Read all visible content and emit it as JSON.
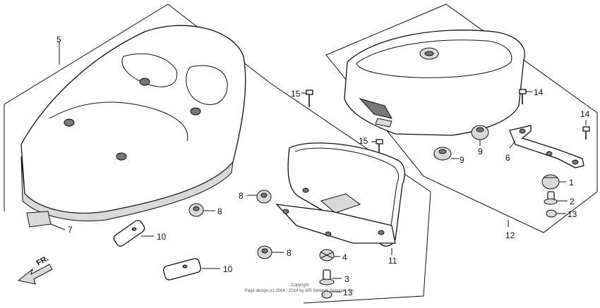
{
  "diagram": {
    "part_labels": {
      "p5": "5",
      "p7": "7",
      "p10a": "10",
      "p10b": "10",
      "p8a": "8",
      "p8b": "8",
      "p8c": "8",
      "p15a": "15",
      "p15b": "15",
      "p4": "4",
      "p3": "3",
      "p13a": "13",
      "p11": "11",
      "p9a": "9",
      "p9b": "9",
      "p6": "6",
      "p14a": "14",
      "p14b": "14",
      "p1": "1",
      "p2": "2",
      "p13b": "13",
      "p12": "12"
    },
    "direction_label": "FR.",
    "copyright_line1": "Copyright",
    "copyright_line2": "Page design (c) 2004 - 2014 by ARI Network Services, Inc."
  }
}
